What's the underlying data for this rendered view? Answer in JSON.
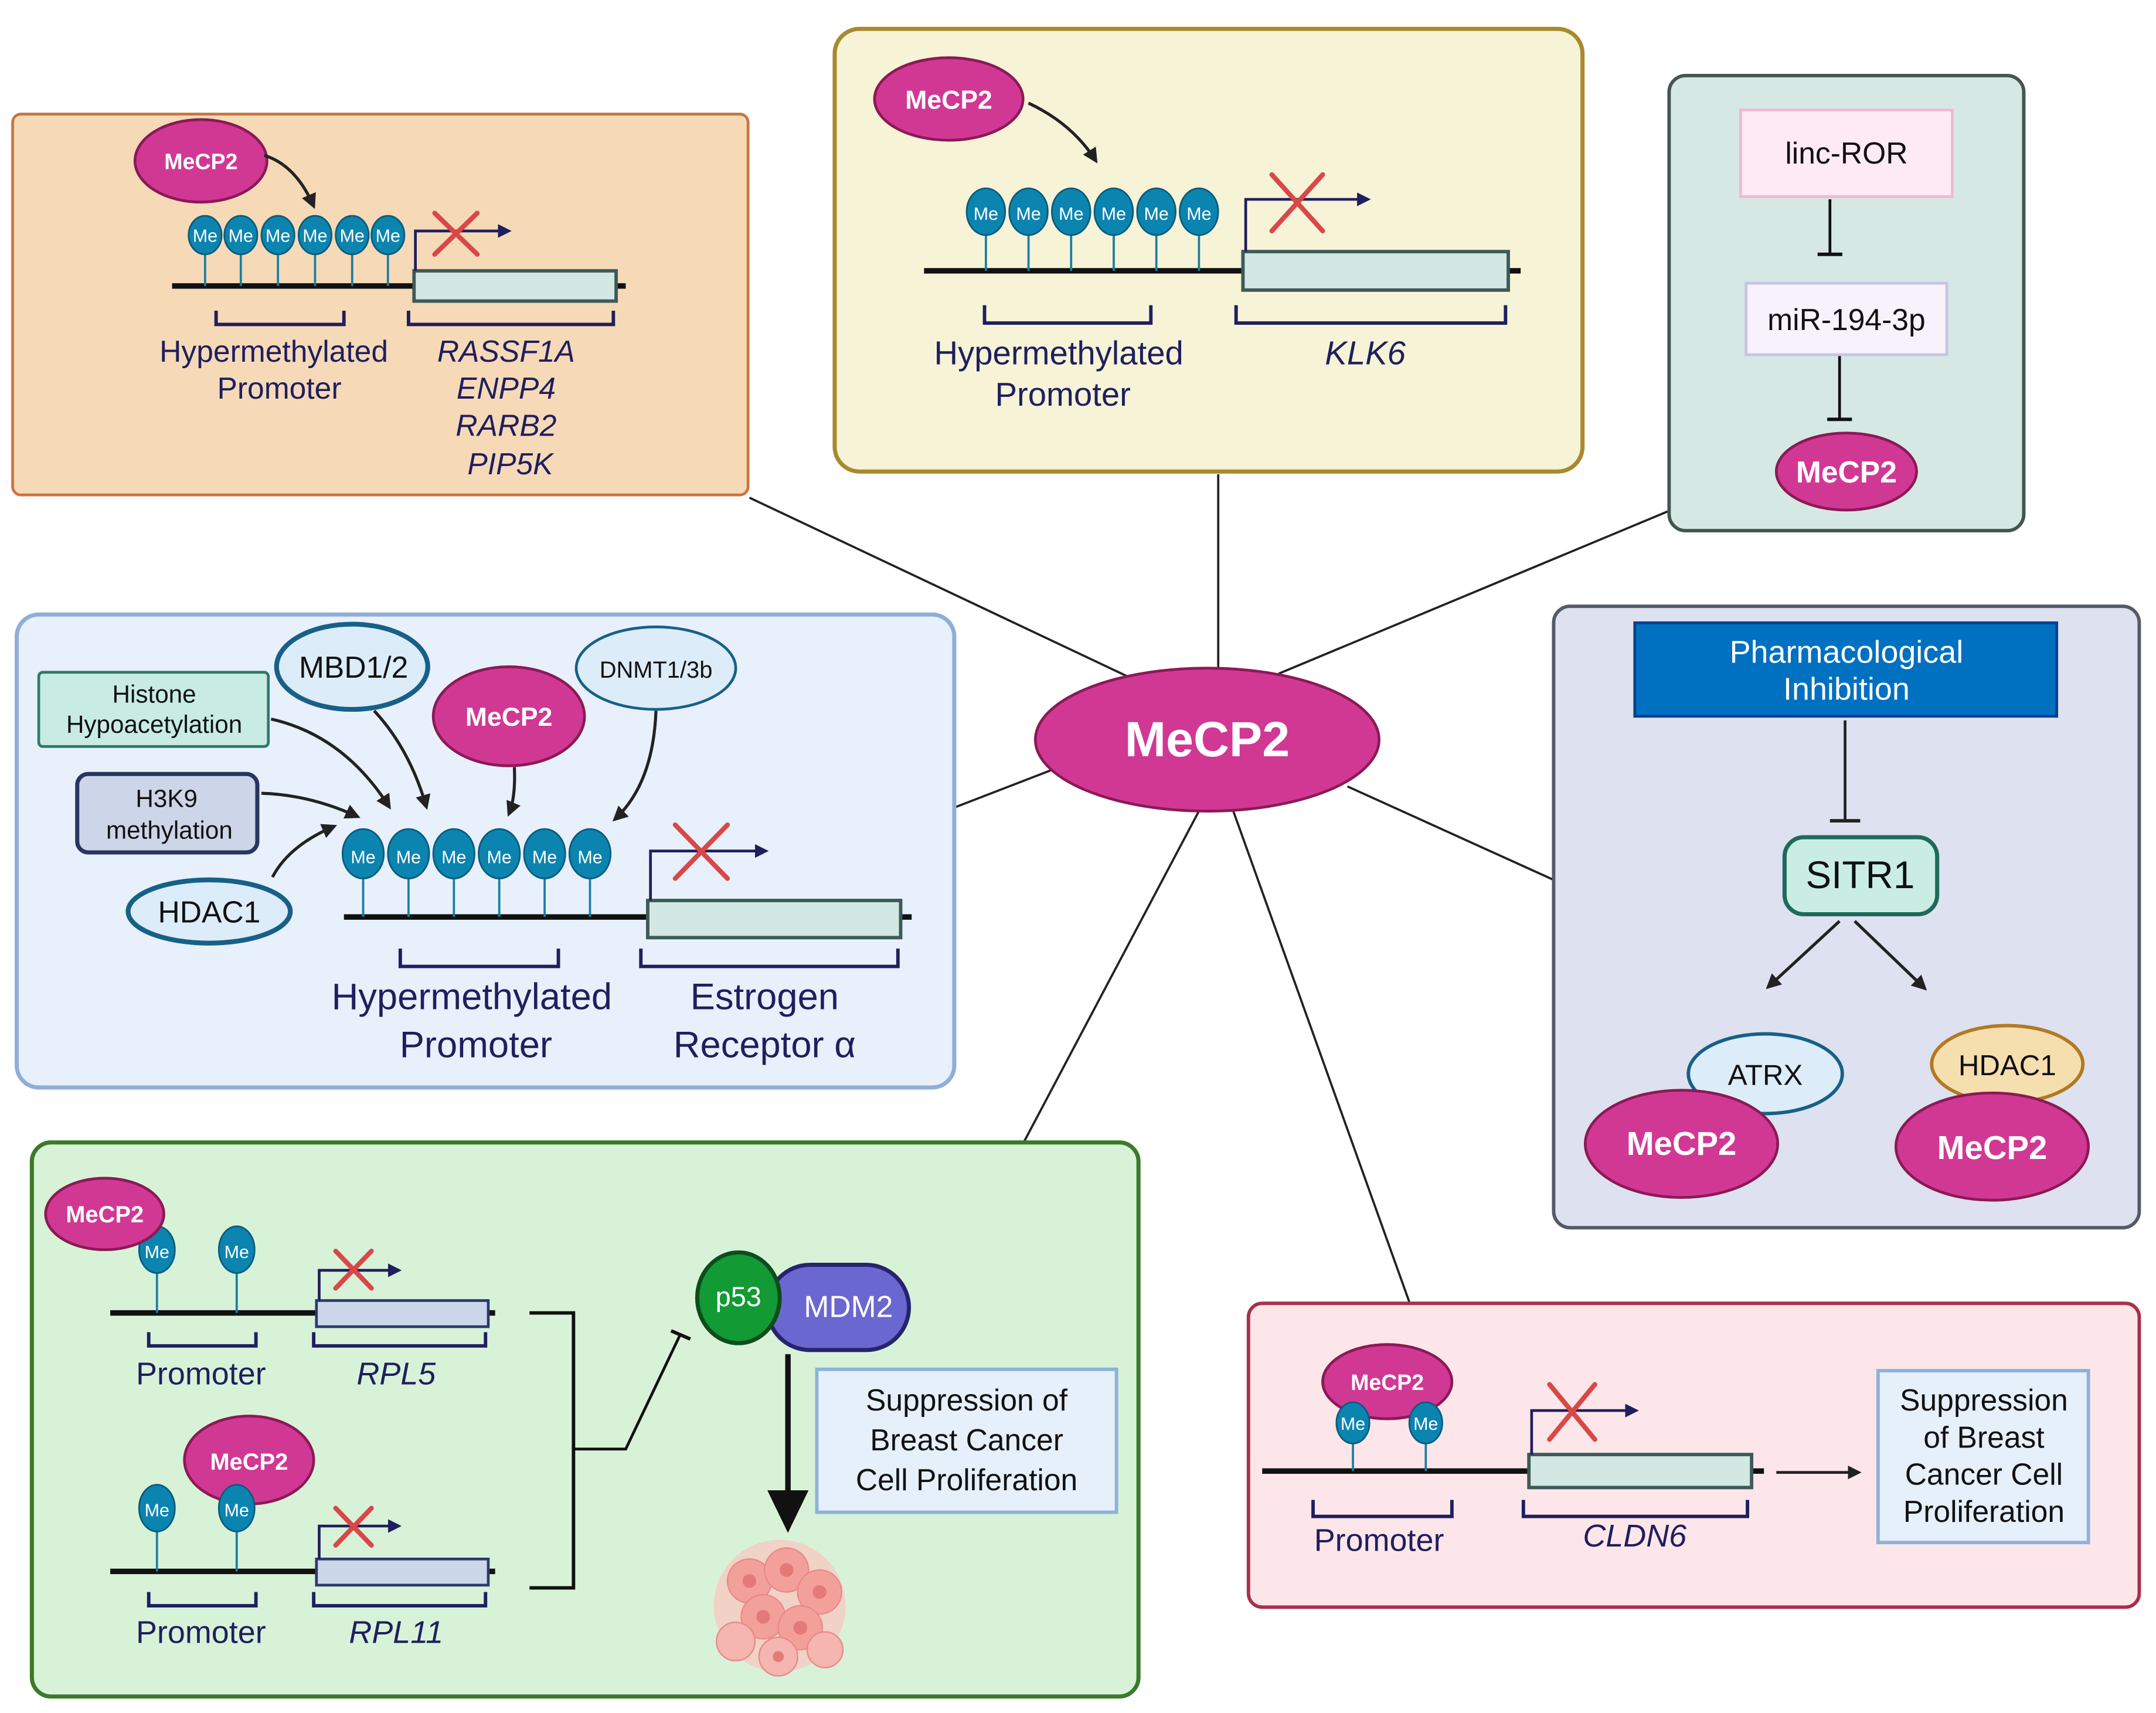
{
  "title": "MeCP2 roles in breast cancer",
  "center": {
    "label": "MeCP2"
  },
  "colors": {
    "mecp2_fill": "#d13894",
    "me_fill": "#0b84b0",
    "panel_orange": "#f6d9b7",
    "panel_yellow": "#f6f3d7",
    "panel_teal": "#d5e8e4",
    "panel_blue": "#e7f0fb",
    "panel_lavender": "#dee1ef",
    "panel_green": "#d8f2d8",
    "panel_pink": "#fde6ea",
    "inhibition_box": "#0070c0",
    "repress_x": "#d94848"
  },
  "panels": {
    "top_left": {
      "mecp2": "MeCP2",
      "me_marks": [
        "Me",
        "Me",
        "Me",
        "Me",
        "Me",
        "Me"
      ],
      "promoter_label": [
        "Hypermethylated",
        "Promoter"
      ],
      "genes": [
        "RASSF1A",
        "ENPP4",
        "RARB2",
        "PIP5K"
      ]
    },
    "top_middle": {
      "mecp2": "MeCP2",
      "me_marks": [
        "Me",
        "Me",
        "Me",
        "Me",
        "Me",
        "Me"
      ],
      "promoter_label": [
        "Hypermethylated",
        "Promoter"
      ],
      "gene": "KLK6"
    },
    "top_right": {
      "lincror": "linc-ROR",
      "mir": "miR-194-3p",
      "mecp2": "MeCP2"
    },
    "middle_left": {
      "histone": [
        "Histone",
        "Hypoacetylation"
      ],
      "h3k9": [
        "H3K9",
        "methylation"
      ],
      "hdac1": "HDAC1",
      "mbd": "MBD1/2",
      "mecp2": "MeCP2",
      "dnmt": "DNMT1/3b",
      "me_marks": [
        "Me",
        "Me",
        "Me",
        "Me",
        "Me",
        "Me"
      ],
      "promoter_label": [
        "Hypermethylated",
        "Promoter"
      ],
      "gene_label": [
        "Estrogen",
        "Receptor α"
      ]
    },
    "middle_right": {
      "inhibition": [
        "Pharmacological",
        "Inhibition"
      ],
      "sitr1": "SITR1",
      "atrx": "ATRX",
      "hdac1": "HDAC1",
      "mecp2_left": "MeCP2",
      "mecp2_right": "MeCP2"
    },
    "bottom_left": {
      "row1": {
        "mecp2": "MeCP2",
        "me_marks": [
          "Me",
          "Me"
        ],
        "promoter": "Promoter",
        "gene": "RPL5"
      },
      "row2": {
        "mecp2": "MeCP2",
        "me_marks": [
          "Me",
          "Me"
        ],
        "promoter": "Promoter",
        "gene": "RPL11"
      },
      "p53": "p53",
      "mdm2": "MDM2",
      "outcome": [
        "Suppression of",
        "Breast Cancer",
        "Cell Proliferation"
      ]
    },
    "bottom_right": {
      "mecp2": "MeCP2",
      "me_marks": [
        "Me",
        "Me"
      ],
      "promoter": "Promoter",
      "gene": "CLDN6",
      "outcome": [
        "Suppression",
        "of Breast",
        "Cancer Cell",
        "Proliferation"
      ]
    }
  }
}
